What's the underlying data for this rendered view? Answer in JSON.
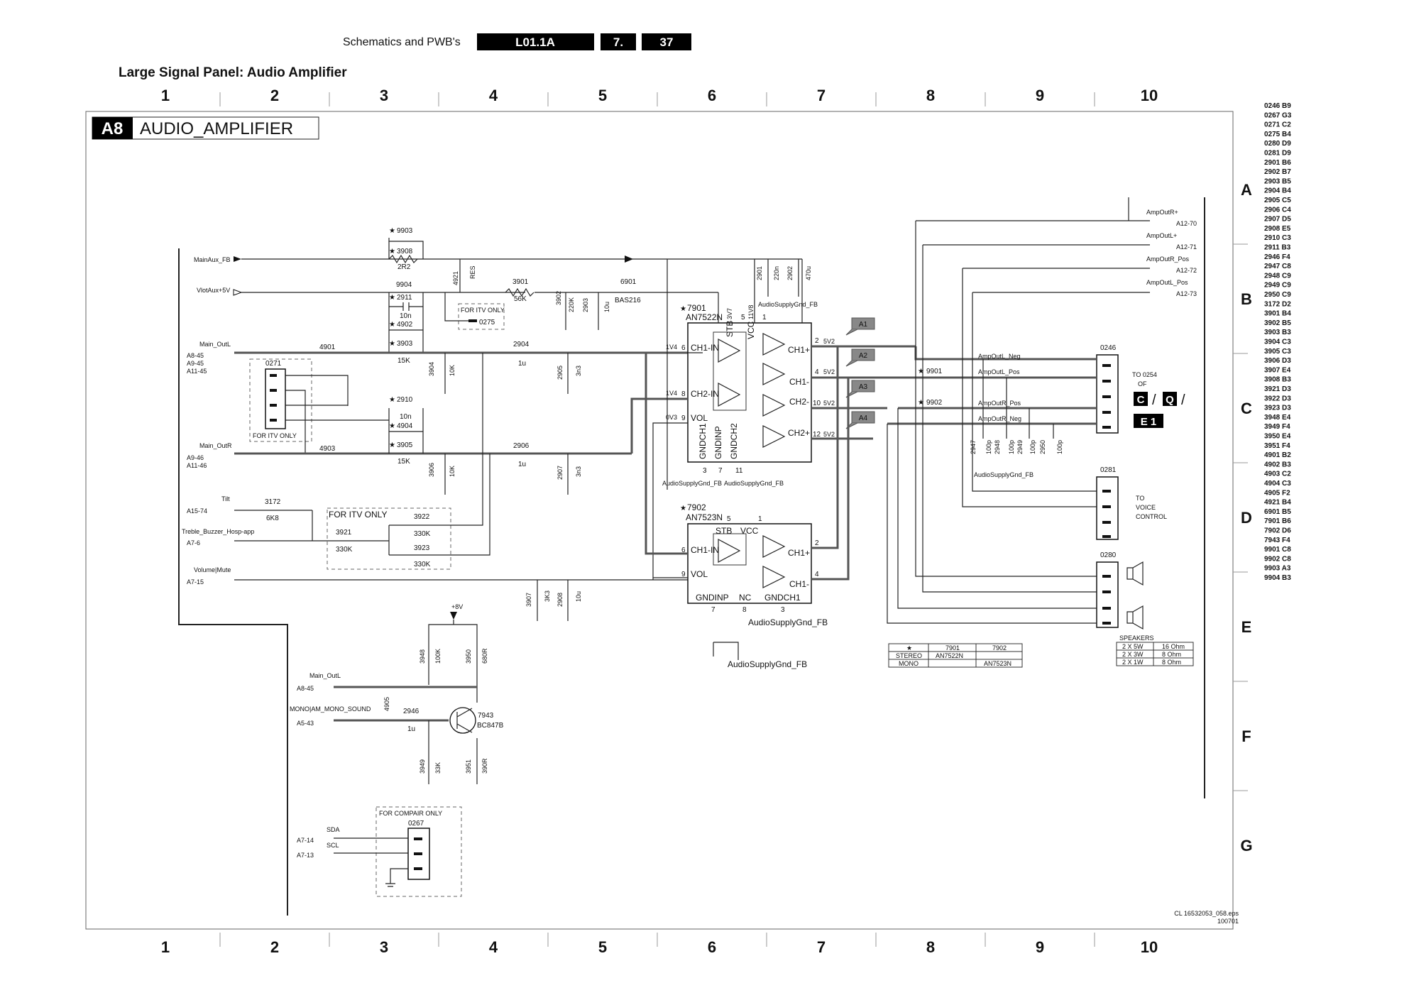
{
  "header": {
    "section_title": "Schematics and PWB's",
    "doc_code": "L01.1A",
    "chapter": "7.",
    "page_number": "37"
  },
  "page_title": "Large Signal Panel: Audio Amplifier",
  "diagram": {
    "id_badge": "A8",
    "title": "AUDIO_AMPLIFIER",
    "columns": [
      "1",
      "2",
      "3",
      "4",
      "5",
      "6",
      "7",
      "8",
      "9",
      "10"
    ],
    "rows": [
      "A",
      "B",
      "C",
      "D",
      "E",
      "F",
      "G"
    ],
    "footer_file": "CL 16532053_058.eps",
    "footer_date": "100701"
  },
  "inputs": {
    "mainaux_fb": "MainAux_FB",
    "vlotaux": "VlotAux+5V",
    "main_outl": "Main_OutL",
    "main_outl_refs": [
      "A8-45",
      "A9-45",
      "A11-45"
    ],
    "main_outr": "Main_OutR",
    "main_outr_refs": [
      "A9-46",
      "A11-46"
    ],
    "tilt": "Tilt",
    "tilt_ref": "A15-74",
    "treble": "Treble_Buzzer_Hosp-app",
    "treble_ref": "A7-6",
    "volume": "Volume|Mute",
    "volume_ref": "A7-15",
    "mono_outl": "Main_OutL",
    "mono_outl_ref": "A8-45",
    "mono_sound": "MONO|AM_MONO_SOUND",
    "mono_sound_ref": "A5-43",
    "sda": "SDA",
    "sda_ref": "A7-14",
    "scl": "SCL",
    "scl_ref": "A7-13",
    "plus8v": "+8V"
  },
  "components": {
    "r9903": "9903",
    "r3908": "3908",
    "r3908_val": "2R2",
    "r9904": "9904",
    "c2911": "2911",
    "c2911_val": "10n",
    "r4902": "4902",
    "r4921": "4921",
    "r4921_note": "RES",
    "r3901": "3901",
    "r3901_val": "56K",
    "c2904": "2904",
    "c2904_val": "1u",
    "r3903": "3903",
    "r3903_val": "15K",
    "r4901": "4901",
    "r3904": "3904",
    "r3904_val": "10K",
    "c2905": "2905",
    "c2905_val": "3n3",
    "c2910": "2910",
    "c2910_val": "10n",
    "r4904": "4904",
    "r3905": "3905",
    "r3905_val": "15K",
    "r4903": "4903",
    "r3906": "3906",
    "r3906_val": "10K",
    "c2906": "2906",
    "c2906_val": "1u",
    "c2907": "2907",
    "c2907_val": "3n3",
    "r3902": "3902",
    "r3902_val": "220K",
    "c2903": "2903",
    "c2903_val": "10u",
    "d6901": "6901",
    "d6901_val": "BAS216",
    "c2901": "2901",
    "c2901_val": "220n",
    "c2902": "2902",
    "c2902_val": "470u",
    "r3172": "3172",
    "r3172_val": "6K8",
    "r3921": "3921",
    "r3921_val": "330K",
    "r3922": "3922",
    "r3922_val": "330K",
    "r3923": "3923",
    "r3923_val": "330K",
    "r3907": "3907",
    "r3907_val": "3K3",
    "c2908": "2908",
    "c2908_val": "10u",
    "r3948": "3948",
    "r3948_val": "100K",
    "r3950": "3950",
    "r3950_val": "680R",
    "r4905": "4905",
    "c2946": "2946",
    "c2946_val": "1u",
    "q7943": "7943",
    "q7943_val": "BC847B",
    "r3949": "3949",
    "r3949_val": "33K",
    "r3951": "3951",
    "r3951_val": "390R",
    "r9901": "9901",
    "r9902": "9902",
    "c2947": "2947",
    "c2947_val": "100p",
    "c2948": "2948",
    "c2948_val": "100p",
    "c2949": "2949",
    "c2949_val": "100p",
    "c2950": "2950",
    "c2950_val": "100p",
    "conn0271": "0271",
    "conn0275": "0275",
    "conn0267": "0267",
    "conn0246": "0246",
    "conn0281": "0281",
    "conn0280": "0280"
  },
  "notes": {
    "for_itv_only": "FOR ITV ONLY",
    "for_compair_only": "FOR COMPAIR ONLY",
    "audio_gnd": "AudioSupplyGnd_FB",
    "to_0254": "TO 0254",
    "of": "OF",
    "to_voice": "TO",
    "voice": "VOICE",
    "control": "CONTROL",
    "speakers": "SPEAKERS",
    "tag_c": "C",
    "tag_q": "Q",
    "tag_e1": "E 1"
  },
  "ic7901": {
    "ref": "7901",
    "part": "AN7522N",
    "pin_labels": [
      "CH1-IN",
      "CH2-IN",
      "VOL",
      "STB",
      "VCC",
      "CH1+",
      "CH1-",
      "CH2-",
      "CH2+",
      "GNDCH1",
      "GNDINP",
      "GNDCH2"
    ],
    "volt_ch1": "1V4",
    "volt_ch2": "1V4",
    "volt_vol": "0V3",
    "volt_stb": "3V7",
    "volt_vcc": "11V8",
    "volt_out": "5V2",
    "pins": [
      "6",
      "8",
      "9",
      "5",
      "1",
      "2",
      "4",
      "10",
      "12",
      "3",
      "7",
      "11"
    ]
  },
  "ic7902": {
    "ref": "7902",
    "part": "AN7523N",
    "pin_labels": [
      "STB",
      "VCC",
      "CH1-IN",
      "VOL",
      "CH1+",
      "CH1-",
      "GNDINP",
      "NC",
      "GNDCH1"
    ],
    "pins": [
      "5",
      "1",
      "6",
      "9",
      "2",
      "4",
      "7",
      "8",
      "3"
    ]
  },
  "out_tags": [
    "A1",
    "A2",
    "A3",
    "A4"
  ],
  "outputs": {
    "ampoutr_plus": "AmpOutR+",
    "ampoutr_plus_ref": "A12-70",
    "ampoutl_plus": "AmpOutL+",
    "ampoutl_plus_ref": "A12-71",
    "ampoutr_pos": "AmpOutR_Pos",
    "ampoutr_pos_ref": "A12-72",
    "ampoutl_pos": "AmpOutL_Pos",
    "ampoutl_pos_ref": "A12-73",
    "ampoutl_neg": "AmpOutL_Neg",
    "ampoutl_pos2": "AmpOutL_Pos",
    "ampoutr_pos2": "AmpOutR_Pos",
    "ampoutr_neg": "AmpOutR_Neg"
  },
  "stereo_table": {
    "star": "★",
    "h1": "7901",
    "h2": "7902",
    "r1": [
      "STEREO",
      "AN7522N",
      ""
    ],
    "r2": [
      "MONO",
      "",
      "AN7523N"
    ]
  },
  "speaker_table": [
    [
      "2 X 5W",
      "16 Ohm"
    ],
    [
      "2 X 3W",
      "8 Ohm"
    ],
    [
      "2 X 1W",
      "8 Ohm"
    ]
  ],
  "location_index": [
    "0246 B9",
    "0267 G3",
    "0271 C2",
    "0275 B4",
    "0280 D9",
    "0281 D9",
    "2901 B6",
    "2902 B7",
    "2903 B5",
    "2904 B4",
    "2905 C5",
    "2906 C4",
    "2907 D5",
    "2908 E5",
    "2910 C3",
    "2911 B3",
    "2946 F4",
    "2947 C8",
    "2948 C9",
    "2949 C9",
    "2950 C9",
    "3172 D2",
    "3901 B4",
    "3902 B5",
    "3903 B3",
    "3904 C3",
    "3905 C3",
    "3906 D3",
    "3907 E4",
    "3908 B3",
    "3921 D3",
    "3922 D3",
    "3923 D3",
    "3948 E4",
    "3949 F4",
    "3950 E4",
    "3951 F4",
    "4901 B2",
    "4902 B3",
    "4903 C2",
    "4904 C3",
    "4905 F2",
    "4921 B4",
    "6901 B5",
    "7901 B6",
    "7902 D6",
    "7943 F4",
    "9901 C8",
    "9902 C8",
    "9903 A3",
    "9904 B3"
  ]
}
